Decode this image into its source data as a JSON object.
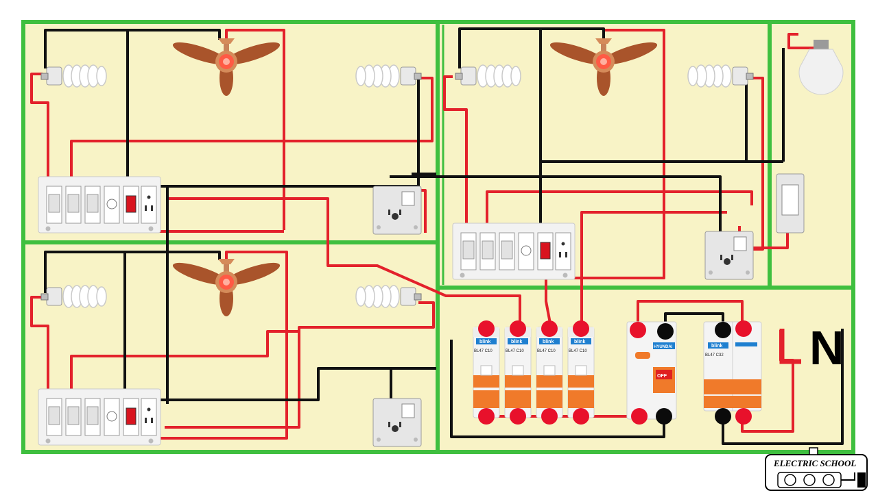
{
  "title": "",
  "colors": {
    "room_fill": "#f8f3c6",
    "border": "#3fbf3f",
    "live_wire": "#e3212b",
    "neutral_wire": "#111111",
    "terminal": "#e8112b"
  },
  "rooms": [
    {
      "id": "room-top-left",
      "items": [
        "cfl-lamp",
        "ceiling-fan",
        "cfl-lamp",
        "switch-board",
        "socket-board"
      ]
    },
    {
      "id": "room-top-right",
      "items": [
        "cfl-lamp",
        "ceiling-fan",
        "cfl-lamp",
        "switch-board",
        "socket-board"
      ]
    },
    {
      "id": "room-bath",
      "items": [
        "led-bulb",
        "single-switch"
      ]
    },
    {
      "id": "room-bottom-left",
      "items": [
        "cfl-lamp",
        "ceiling-fan",
        "cfl-lamp",
        "switch-board",
        "socket-board"
      ]
    },
    {
      "id": "panel",
      "items": [
        "mcb-1",
        "mcb-2",
        "mcb-3",
        "mcb-4",
        "rccb",
        "main-mcb"
      ]
    }
  ],
  "mcbs": [
    {
      "brand": "blink",
      "rating": "BL47   C10"
    },
    {
      "brand": "blink",
      "rating": "BL47   C10"
    },
    {
      "brand": "blink",
      "rating": "BL47   C10"
    },
    {
      "brand": "blink",
      "rating": "BL47   C10"
    }
  ],
  "rccb": {
    "brand": "HYUNDAI",
    "state": "OFF"
  },
  "main_mcb": {
    "brand": "blink",
    "rating": "BL47   C32"
  },
  "supply": {
    "live": "L",
    "neutral": "N"
  },
  "logo": {
    "text": "ELECTRIC SCHOOL"
  }
}
